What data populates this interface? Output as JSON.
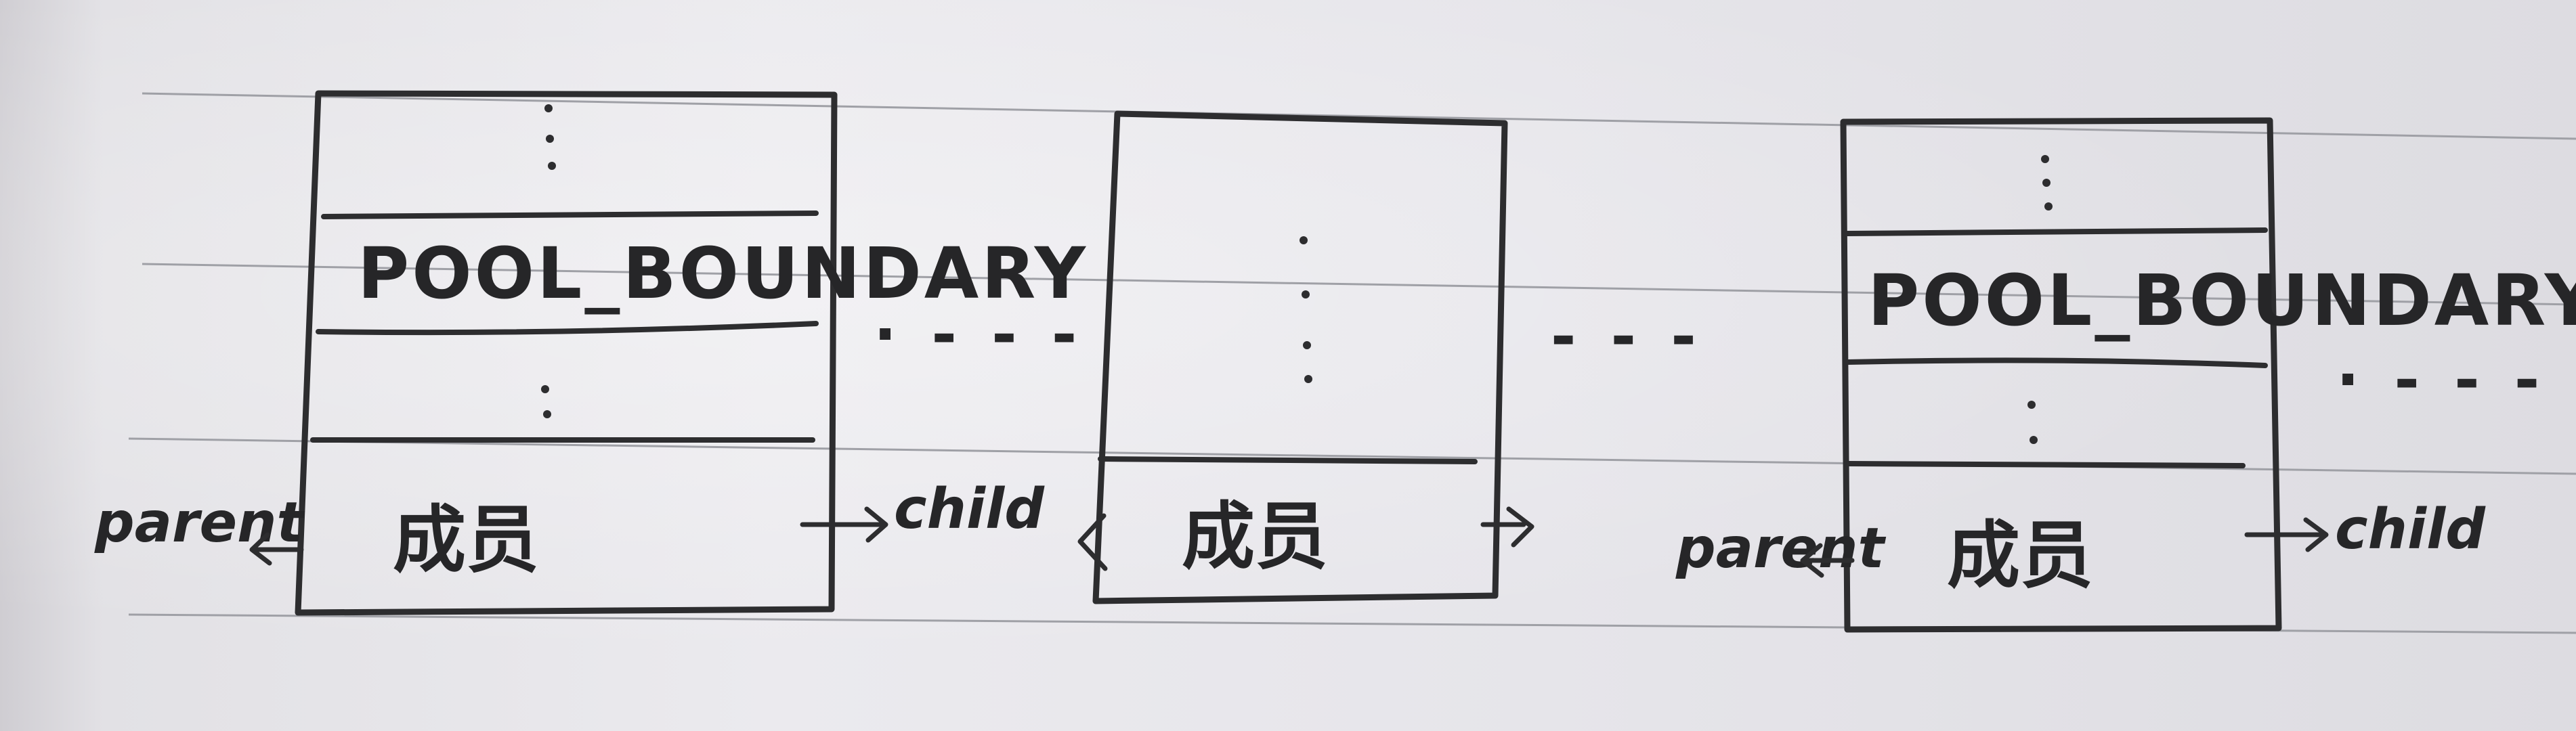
{
  "blocks": [
    {
      "pool_label": "POOL_BOUNDARY",
      "member_label": "成员",
      "left_label": "parent",
      "right_label": "child"
    },
    {
      "member_label": "成员"
    },
    {
      "pool_label": "POOL_BOUNDARY",
      "member_label": "成员",
      "left_label": "parent",
      "right_label": "child"
    }
  ],
  "continuations": [
    "· - - -",
    "- - -",
    "· - - -"
  ],
  "colors": {
    "ink": "#2d2d2f",
    "paper": "#e8e7eb",
    "rule": "#9fa0a6"
  }
}
